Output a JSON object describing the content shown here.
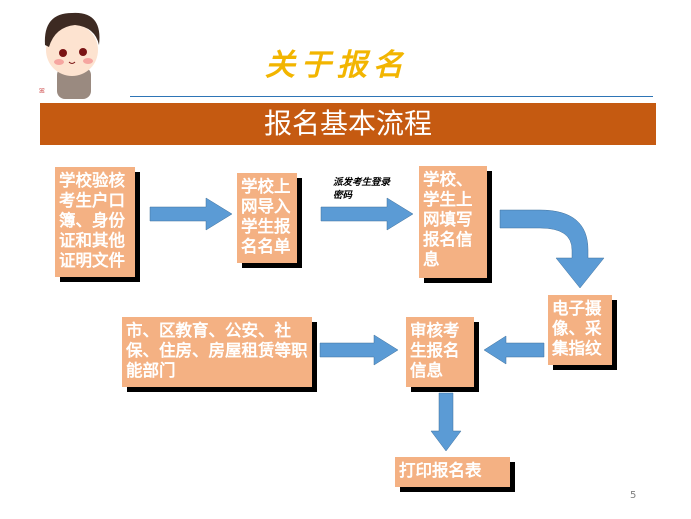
{
  "header": {
    "title": "关于报名",
    "mascot": "cartoon-boy-mascot"
  },
  "banner": {
    "text": "报名基本流程"
  },
  "flow": {
    "boxes": [
      {
        "id": "verify",
        "text": "学校验核考生户口簿、身份证和其他证明文件"
      },
      {
        "id": "import",
        "text": "学校上网导入学生报名名单"
      },
      {
        "id": "fill",
        "text": "学校、学生上网填写报名信息"
      },
      {
        "id": "capture",
        "text": "电子摄像、采集指纹"
      },
      {
        "id": "departments",
        "text": "市、区教育、公安、社保、住房、房屋租赁等职能部门"
      },
      {
        "id": "review",
        "text": "审核考生报名信息"
      },
      {
        "id": "print",
        "text": "打印报名表"
      }
    ],
    "arrow_label": "派发考生登录密码",
    "arrow_color": "#5b9bd5",
    "box_color": "#f4b183"
  },
  "colors": {
    "banner_bg": "#c55a11",
    "title_color": "#f2b500",
    "rule_color": "#2e75b6"
  },
  "page_number": "5"
}
